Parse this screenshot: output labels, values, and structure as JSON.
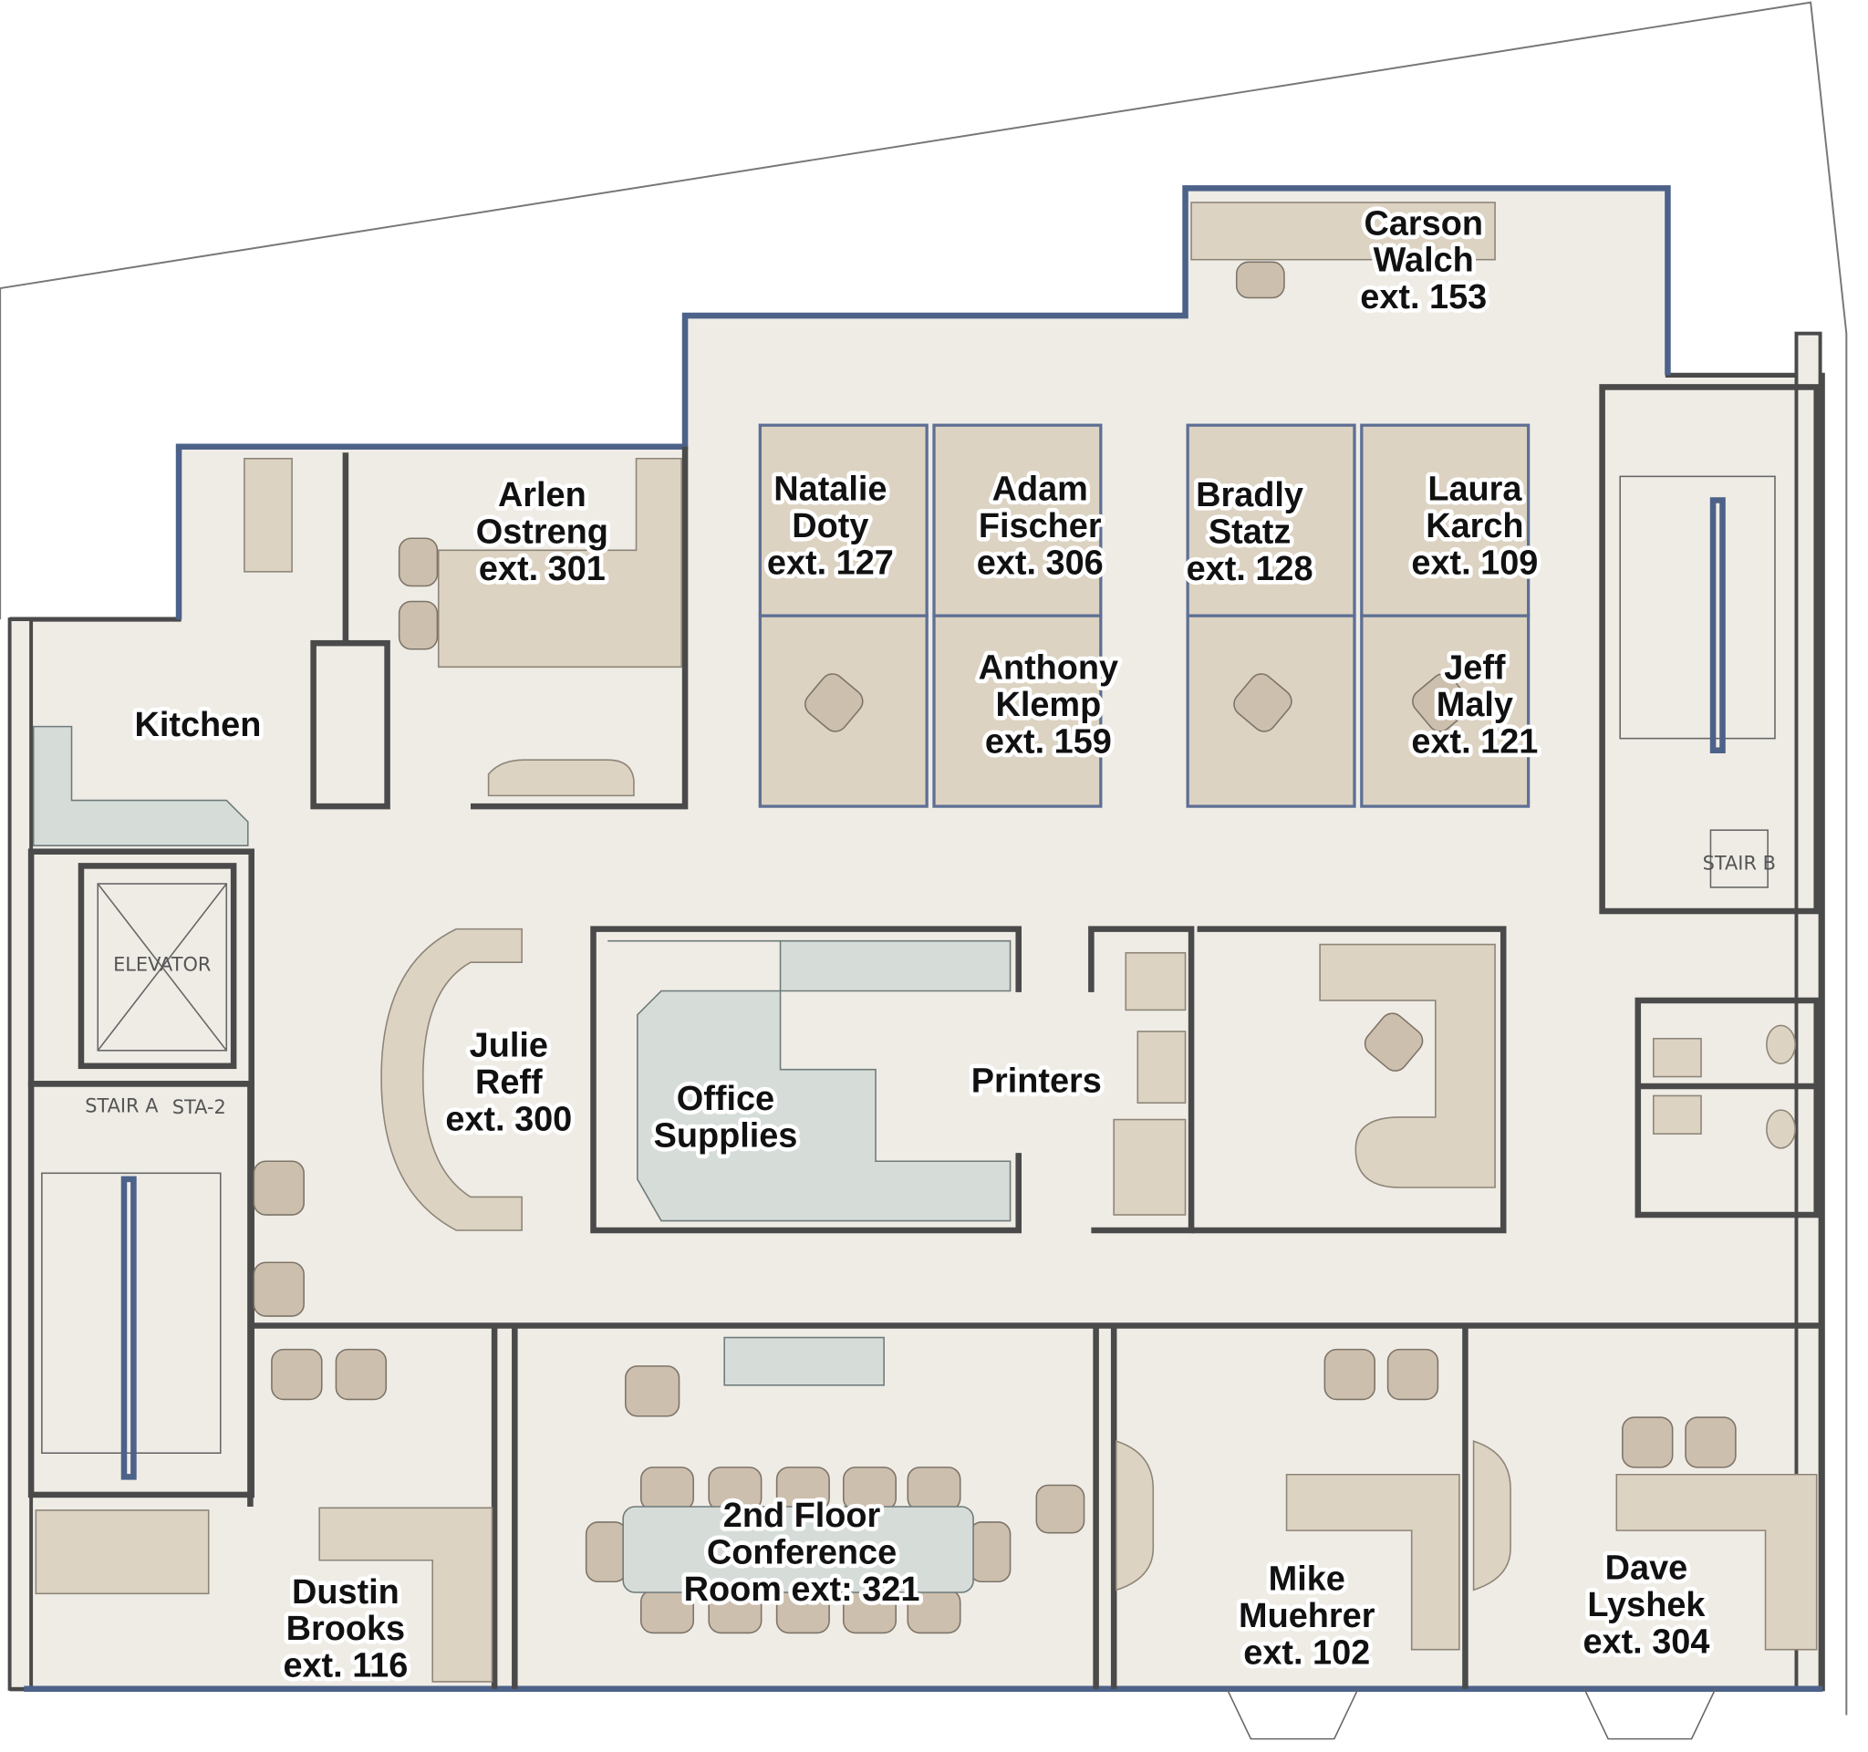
{
  "colors": {
    "floor": "#efece6",
    "wall": "#4a4a4a",
    "window_frame": "#4c6289",
    "furniture": "#ddd3c2",
    "counter": "#d6ddd9"
  },
  "rooms": {
    "kitchen": "Kitchen",
    "office_supplies": [
      "Office",
      "Supplies"
    ],
    "printers": "Printers",
    "conference": [
      "2nd Floor",
      "Conference",
      "Room ext: 321"
    ],
    "elevator": "ELEVATOR",
    "stair_a": "STAIR A",
    "sta2": "STA-2",
    "stair_b": "STAIR B"
  },
  "people": [
    {
      "first": "Carson",
      "last": "Walch",
      "ext": "ext. 153"
    },
    {
      "first": "Arlen",
      "last": "Ostreng",
      "ext": "ext. 301"
    },
    {
      "first": "Natalie",
      "last": "Doty",
      "ext": "ext. 127"
    },
    {
      "first": "Adam",
      "last": "Fischer",
      "ext": "ext. 306"
    },
    {
      "first": "Bradly",
      "last": "Statz",
      "ext": "ext. 128"
    },
    {
      "first": "Laura",
      "last": "Karch",
      "ext": "ext. 109"
    },
    {
      "first": "Anthony",
      "last": "Klemp",
      "ext": "ext. 159"
    },
    {
      "first": "Jeff",
      "last": "Maly",
      "ext": "ext. 121"
    },
    {
      "first": "Julie",
      "last": "Reff",
      "ext": "ext. 300"
    },
    {
      "first": "Dustin",
      "last": "Brooks",
      "ext": "ext. 116"
    },
    {
      "first": "Mike",
      "last": "Muehrer",
      "ext": "ext. 102"
    },
    {
      "first": "Dave",
      "last": "Lyshek",
      "ext": "ext. 304"
    }
  ]
}
